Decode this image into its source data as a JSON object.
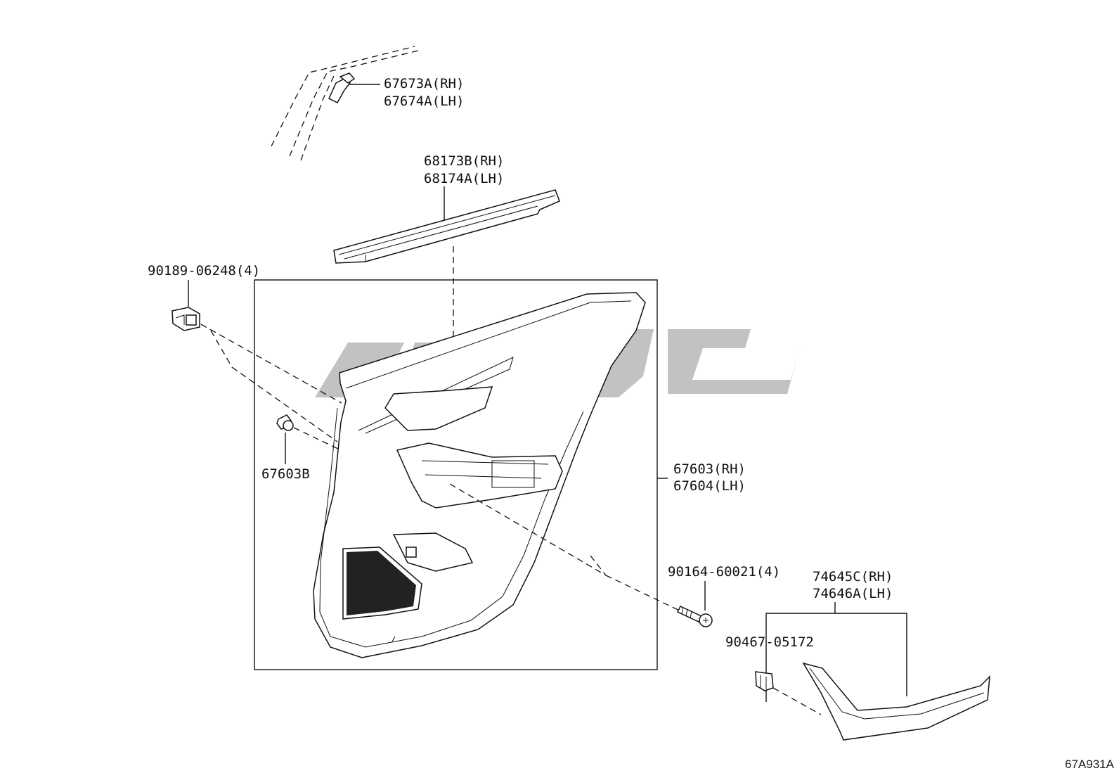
{
  "parts": {
    "p67673": {
      "line1": "67673A(RH)",
      "line2": "67674A(LH)"
    },
    "p68173": {
      "line1": "68173B(RH)",
      "line2": "68174A(LH)"
    },
    "p90189": {
      "label": "90189-06248(4)"
    },
    "p67603b": {
      "label": "67603B"
    },
    "p67603": {
      "line1": "67603(RH)",
      "line2": "67604(LH)"
    },
    "p90164": {
      "label": "90164-60021(4)"
    },
    "p74645": {
      "line1": "74645C(RH)",
      "line2": "74646A(LH)"
    },
    "p90467": {
      "label": "90467-05172"
    }
  },
  "diagram_code": "67A931A",
  "colors": {
    "ink": "#111111",
    "watermark": "#9a9a9a",
    "background": "#ffffff"
  }
}
